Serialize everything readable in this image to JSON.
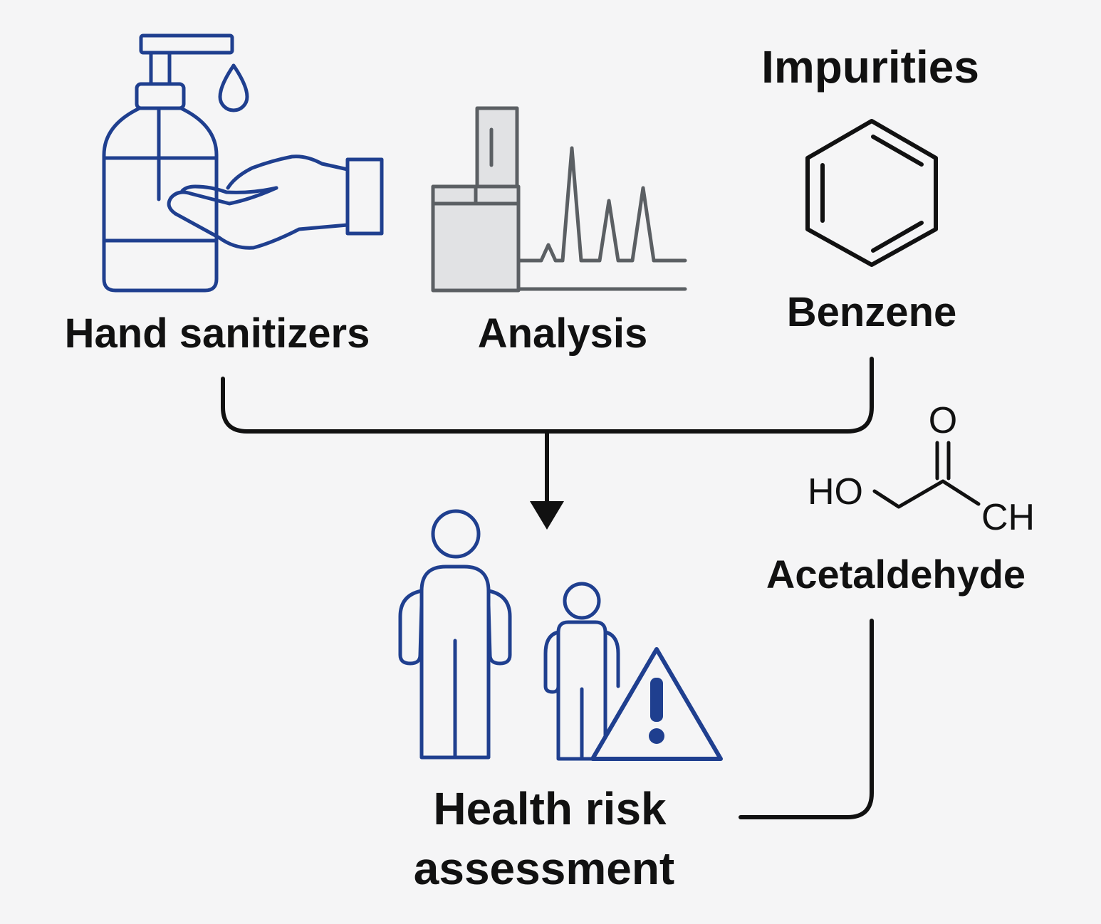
{
  "colors": {
    "background": "#f5f5f6",
    "icon_blue": "#1f3f8f",
    "icon_gray": "#5b5f63",
    "gray_fill": "#e1e2e4",
    "text": "#111111",
    "connector": "#111111"
  },
  "labels": {
    "hand_sanitizers": "Hand sanitizers",
    "analysis": "Analysis",
    "impurities": "Impurities",
    "benzene": "Benzene",
    "acetaldehyde": "Acetaldehyde",
    "health_risk_line1": "Health risk",
    "health_risk_line2": "assessment"
  },
  "acetaldehyde_structure": {
    "oxygen": "O",
    "hydroxyl": "HO",
    "aldehyde": "CH"
  },
  "icons": {
    "sanitizer": "sanitizer-bottle-with-hand-icon",
    "analysis": "chromatography-instrument-icon",
    "benzene": "benzene-ring-icon",
    "people": "adult-and-child-icon",
    "warning": "warning-triangle-icon"
  }
}
